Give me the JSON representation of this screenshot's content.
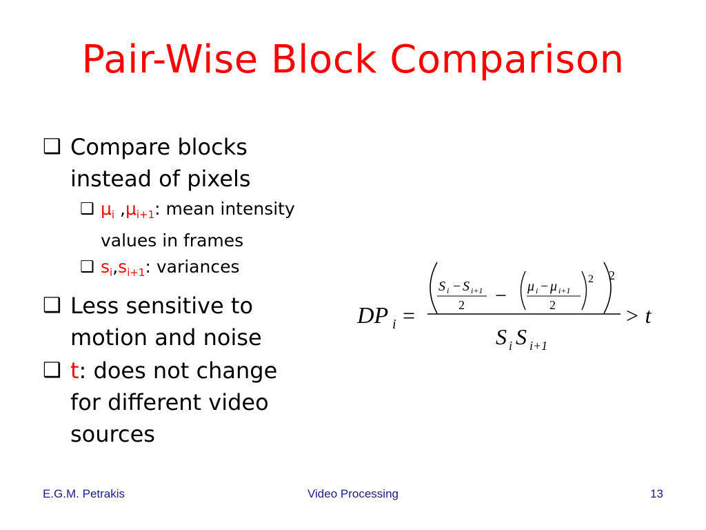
{
  "slide": {
    "title": "Pair-Wise Block Comparison",
    "bullet_icon": "hollow-square-bullet",
    "bullets": [
      {
        "line1": "Compare blocks",
        "line2": "instead of pixels"
      },
      {
        "line1": "Less sensitive to",
        "line2": "motion and noise"
      },
      {
        "sym": "t",
        "rest": ": does not change",
        "line2": "for different video",
        "line3": "sources"
      }
    ],
    "sub_bullets": [
      {
        "mu": "μ",
        "sub_i": "i",
        "comma": " ,",
        "sub_i1": "i+1",
        "rest": ": mean intensity",
        "line2": "values in frames"
      },
      {
        "s": "s",
        "sub_i": "i",
        "comma": ",",
        "sub_i1": "i+1",
        "rest": ": variances"
      }
    ],
    "formula": {
      "lhs": "DP",
      "lhs_sub": "i",
      "equals": "=",
      "S": "S",
      "minus": "−",
      "mu": "μ",
      "sub_i": "i",
      "sub_i1": "i+1",
      "two": "2",
      "sq": "2",
      "gt": "> t"
    },
    "colors": {
      "title": "#ff0000",
      "accent": "#ff0000",
      "footer": "#1a1a8c"
    },
    "footer": {
      "author": "E.G.M. Petrakis",
      "topic": "Video Processing",
      "page": "13"
    }
  }
}
